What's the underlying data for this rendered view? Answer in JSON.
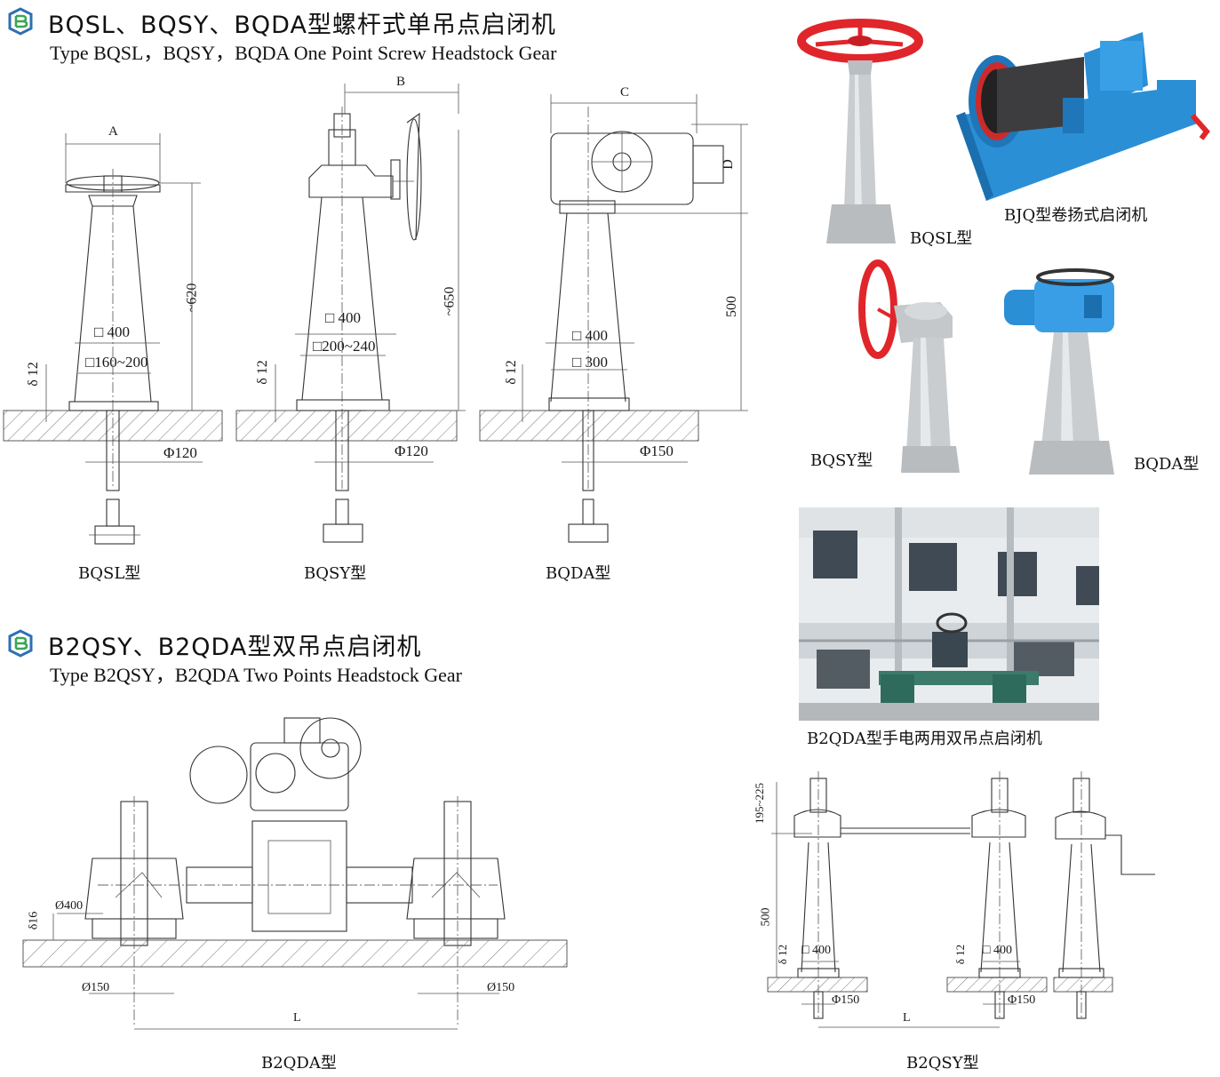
{
  "section1": {
    "title_cn": "BQSL、BQSY、BQDA型螺杆式单吊点启闭机",
    "title_en": "Type BQSL，BQSY，BQDA One Point Screw Headstock Gear",
    "drawings": [
      {
        "caption": "BQSL型",
        "width_label": "A",
        "height_label": "~620",
        "top_size": "□ 400",
        "base_size": "□160~200",
        "plate": "δ 12",
        "shaft": "Φ120"
      },
      {
        "caption": "BQSY型",
        "width_label": "B",
        "height_label": "~650",
        "top_size": "□ 400",
        "base_size": "□200~240",
        "plate": "δ 12",
        "shaft": "Φ120"
      },
      {
        "caption": "BQDA型",
        "width_label": "C",
        "height_label": "500",
        "extra_label": "D",
        "top_size": "□ 400",
        "base_size": "□ 300",
        "plate": "δ 12",
        "shaft": "Φ150"
      }
    ]
  },
  "photos": {
    "bqsl": "BQSL型",
    "bjq": "BJQ型卷扬式启闭机",
    "bqsy": "BQSY型",
    "bqda": "BQDA型",
    "b2qda_photo": "B2QDA型手电两用双吊点启闭机"
  },
  "section2": {
    "title_cn": "B2QSY、B2QDA型双吊点启闭机",
    "title_en": "Type B2QSY，B2QDA Two Points Headstock Gear",
    "b2qda": {
      "caption": "B2QDA型",
      "d400": "Ø400",
      "d150_left": "Ø150",
      "d150_right": "Ø150",
      "plate": "δ16",
      "span": "L"
    },
    "b2qsy": {
      "caption": "B2QSY型",
      "top_range": "195~225",
      "height": "500",
      "plate_left": "δ 12",
      "plate_right": "δ 12",
      "size_left": "□ 400",
      "size_right": "□ 400",
      "shaft_left": "Φ150",
      "shaft_right": "Φ150",
      "span": "L"
    }
  },
  "colors": {
    "logo_blue": "#2e6fb5",
    "logo_green": "#3aa655",
    "handwheel_red": "#e0262b",
    "machine_blue": "#2b8fd6",
    "pillar_grey": "#c9cdd0"
  }
}
